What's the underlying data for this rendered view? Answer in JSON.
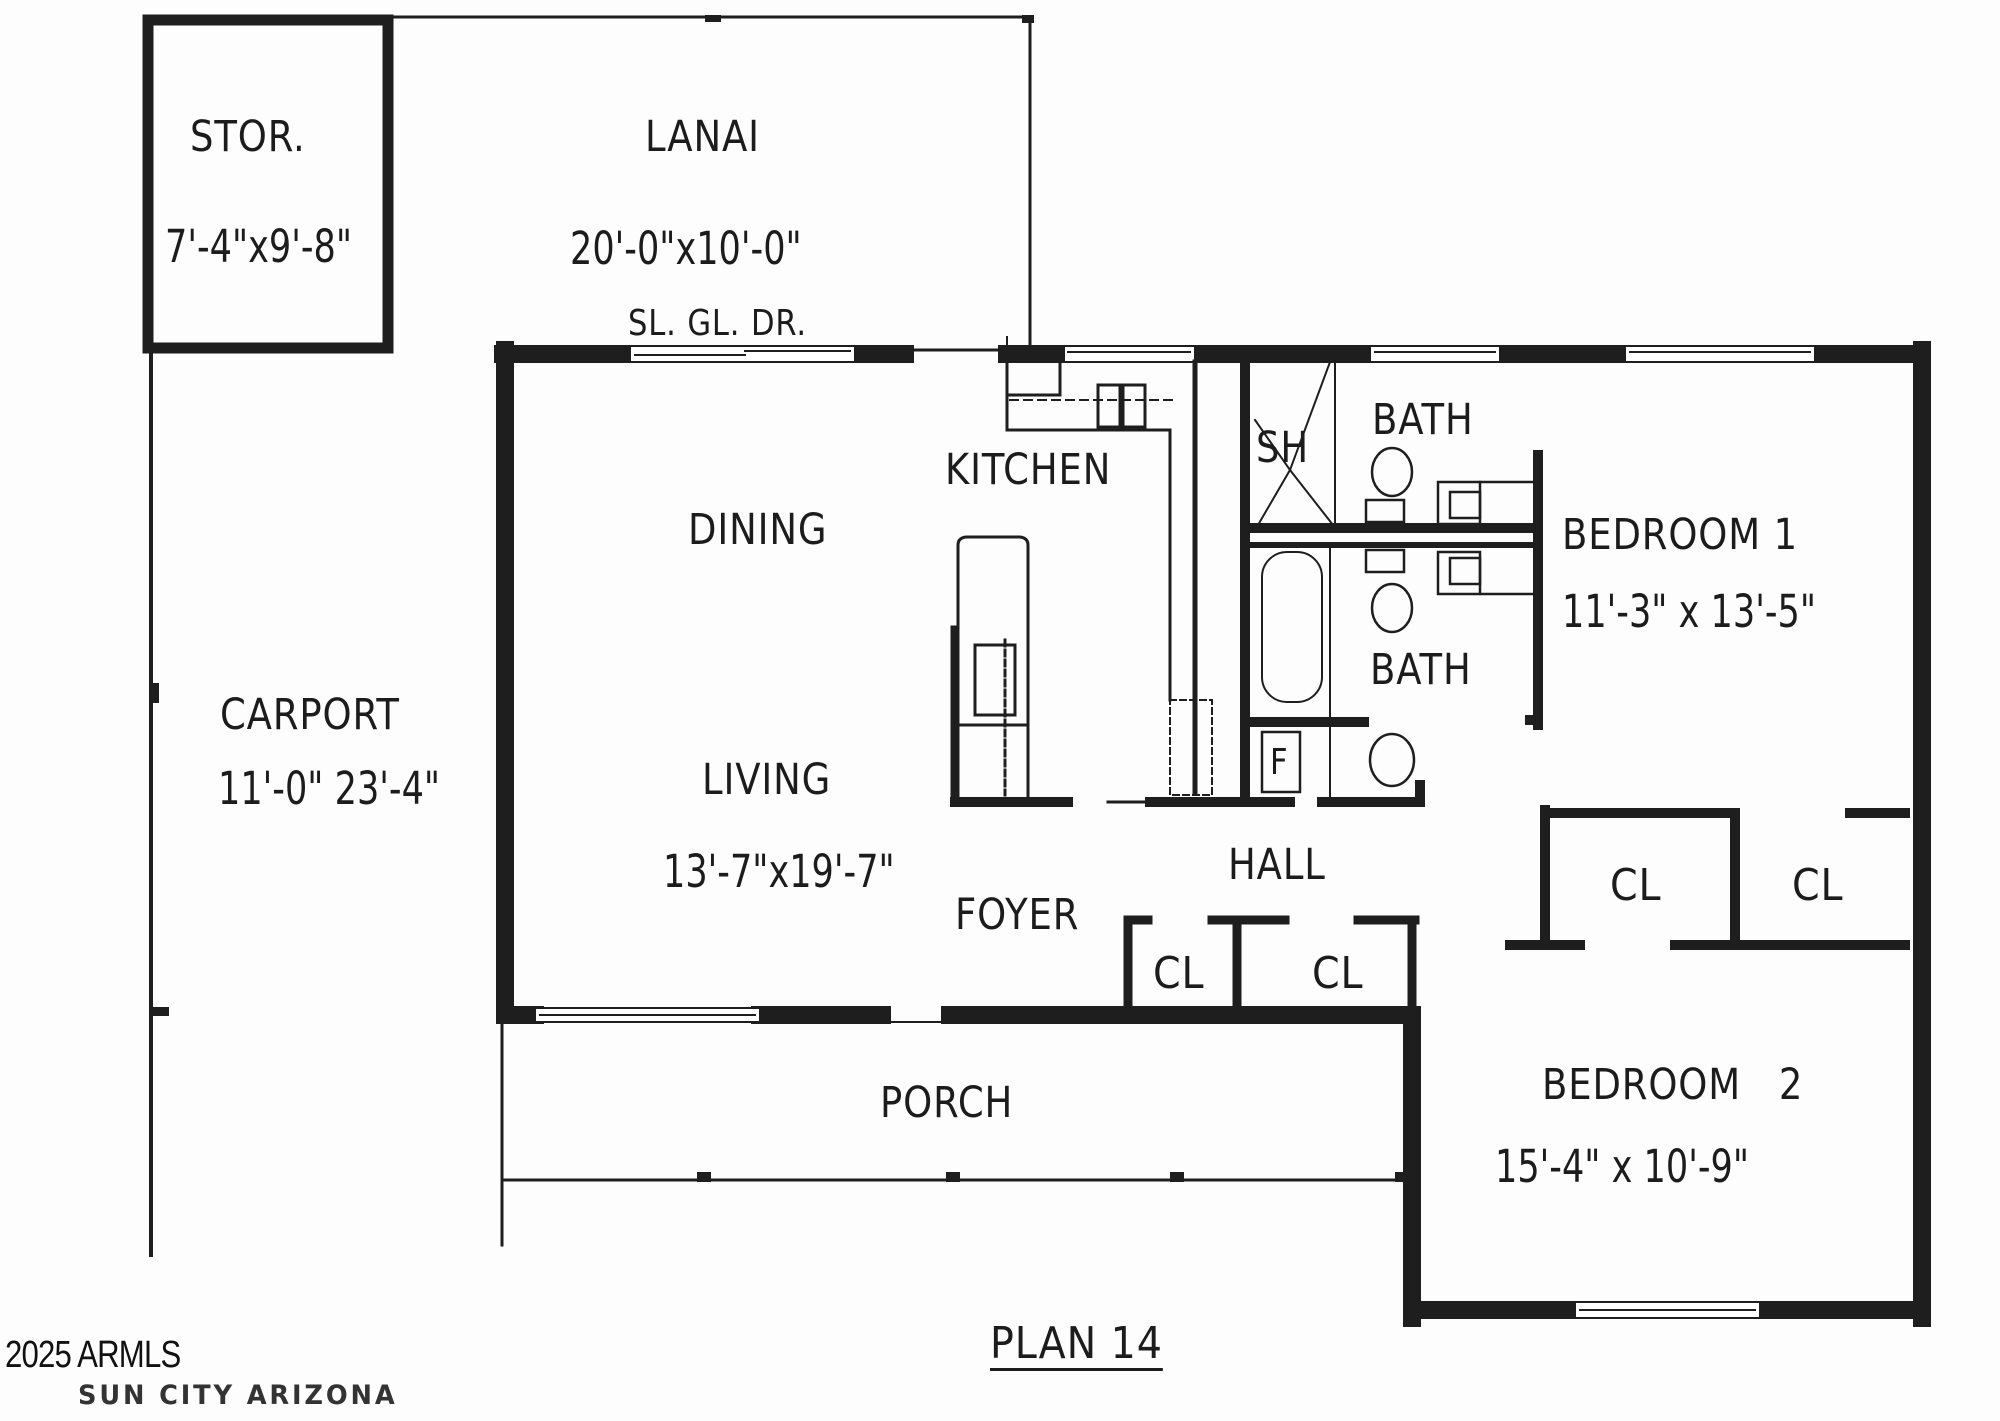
{
  "plan": {
    "title": "PLAN 14",
    "location": "SUN CITY ARIZONA",
    "copyright": "2025 ARMLS"
  },
  "rooms": {
    "storage": {
      "label": "STOR.",
      "dimensions": "7'-4\"x9'-8\""
    },
    "lanai": {
      "label": "LANAI",
      "dimensions": "20'-0\"x10'-0\""
    },
    "sliding_door": {
      "label": "SL. GL. DR."
    },
    "kitchen": {
      "label": "KITCHEN"
    },
    "dining": {
      "label": "DINING"
    },
    "living": {
      "label": "LIVING",
      "dimensions": "13'-7\"x19'-7\""
    },
    "carport": {
      "label": "CARPORT",
      "dimensions": "11'-0\"  23'-4\""
    },
    "shower": {
      "label": "SH"
    },
    "bath_1": {
      "label": "BATH"
    },
    "bath_2": {
      "label": "BATH"
    },
    "bedroom_1": {
      "label": "BEDROOM  1",
      "dimensions": "11'-3\" x 13'-5\""
    },
    "bedroom_2": {
      "label": "BEDROOM   2",
      "dimensions": "15'-4\" x 10'-9\""
    },
    "hall": {
      "label": "HALL"
    },
    "foyer": {
      "label": "FOYER"
    },
    "porch": {
      "label": "PORCH"
    },
    "furnace": {
      "label": "F"
    },
    "closets": [
      {
        "label": "CL"
      },
      {
        "label": "CL"
      },
      {
        "label": "CL"
      },
      {
        "label": "CL"
      }
    ]
  },
  "colors": {
    "wall": "#1e1e1e",
    "background": "#fdfdfd",
    "window": "#ffffff"
  }
}
